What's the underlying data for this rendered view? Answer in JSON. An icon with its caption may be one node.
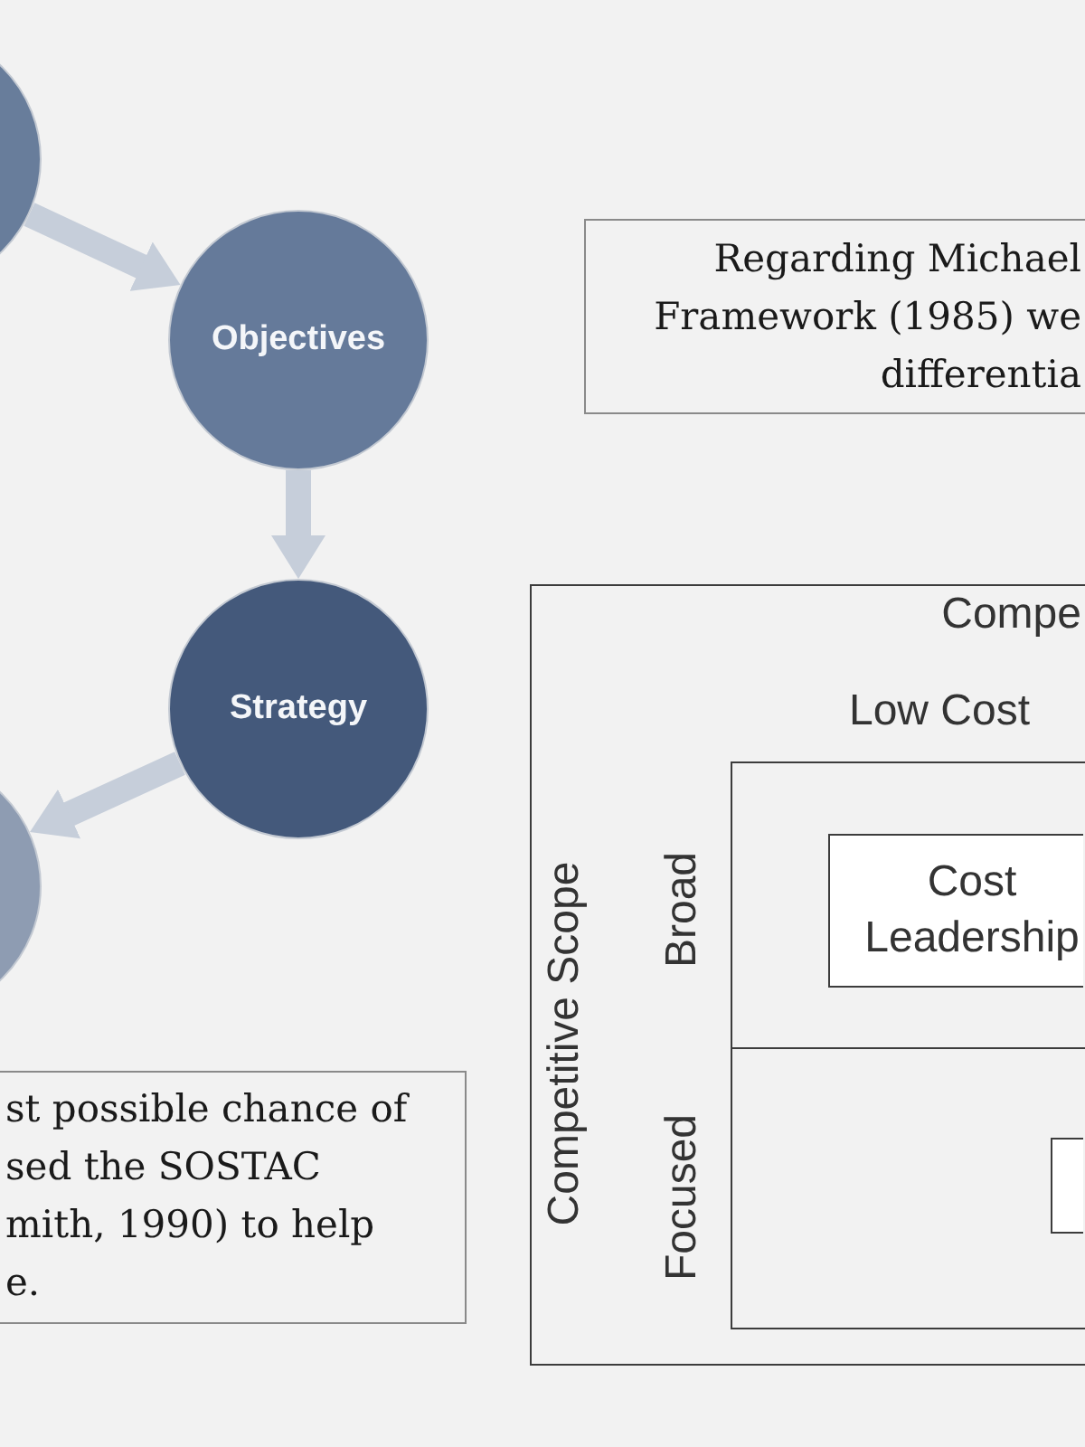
{
  "diagram": {
    "nodes": [
      {
        "text": [],
        "shape": "circle"
      },
      {
        "text": [
          "Objectives"
        ]
      },
      {
        "text": [
          "Strategy"
        ]
      },
      {
        "text": [],
        "shape": "circle"
      },
      {
        "text": [
          "st possible chance of sed the SOSTAC mith, 1990) to help e."
        ]
      },
      {
        "text": [
          "Regarding Michael Framework (1985) we differentia"
        ]
      },
      {
        "text": [
          "Compe",
          "Low Cost",
          "Competitive Scope",
          "Broad",
          "Focused"
        ]
      },
      {
        "text": [],
        "shape": "box",
        "in": 6
      },
      {
        "text": [
          "Cost Leadership"
        ],
        "in": 7
      },
      {
        "text": [],
        "shape": "box",
        "in": 7
      }
    ],
    "edges": [
      {
        "from": 0,
        "to": 1,
        "arrow": "to"
      },
      {
        "from": 1,
        "to": 2,
        "arrow": "to"
      },
      {
        "from": 2,
        "to": 3,
        "arrow": "to"
      }
    ]
  }
}
